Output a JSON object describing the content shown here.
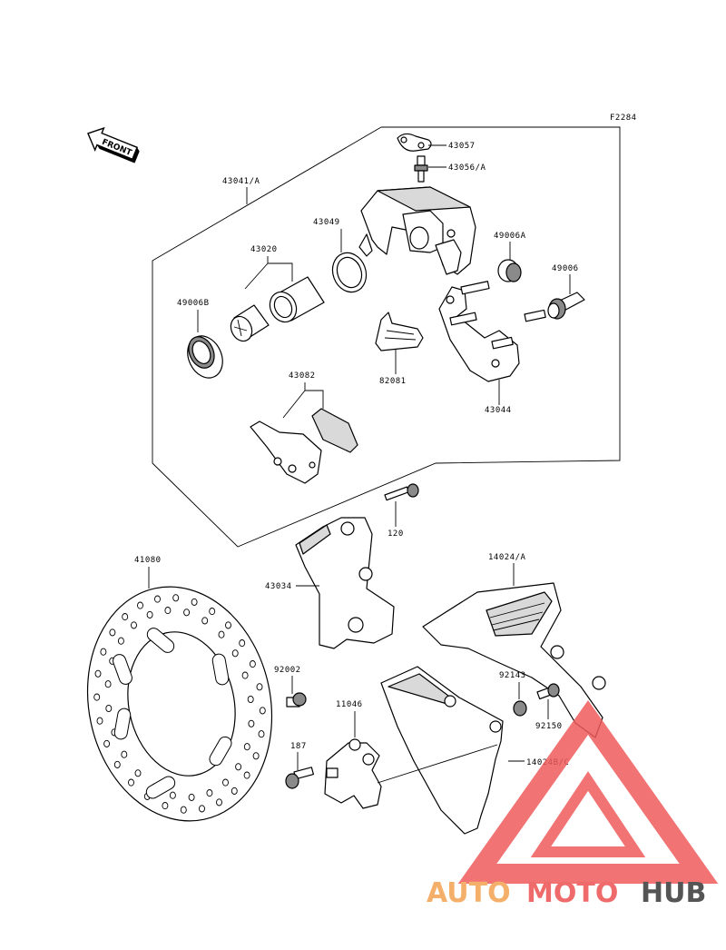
{
  "diagram": {
    "code": "F2284",
    "front_label": "FRONT",
    "labels": {
      "p43057": "43057",
      "p43056a": "43056/A",
      "p43041a": "43041/A",
      "p43049": "43049",
      "p43020": "43020",
      "p49006a": "49006A",
      "p49006": "49006",
      "p49006b": "49006B",
      "p82081": "82081",
      "p43044": "43044",
      "p43082": "43082",
      "p120": "120",
      "p41080": "41080",
      "p43034": "43034",
      "p14024a": "14024/A",
      "p92002": "92002",
      "p11046": "11046",
      "p92143": "92143",
      "p92150": "92150",
      "p187": "187",
      "p14024bc": "14024B/C"
    }
  },
  "watermark": {
    "part1": "AUTO",
    "part2": "MOTO",
    "part3": "HUB",
    "colors": {
      "auto": "#f4b06a",
      "moto": "#ef6a6a",
      "hub": "#555555",
      "triangle": "#ef5b5b"
    }
  }
}
